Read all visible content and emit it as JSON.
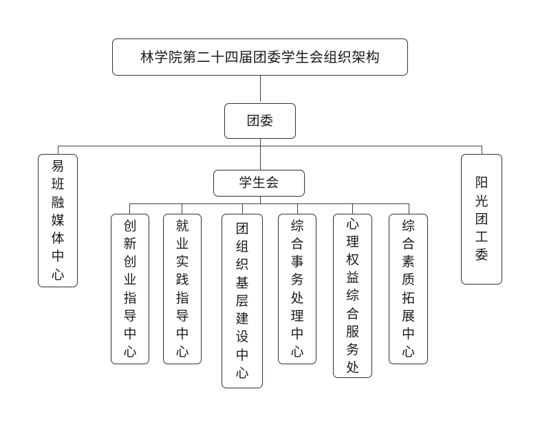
{
  "chart_data": {
    "type": "diagram",
    "title": "林学院第二十四届团委学生会组织架构",
    "orientation": "top-down org chart",
    "nodes": [
      {
        "id": "title",
        "label": "林学院第二十四届团委学生会组织架构",
        "level": 0,
        "text_direction": "horizontal"
      },
      {
        "id": "tw",
        "label": "团委",
        "level": 1,
        "text_direction": "horizontal"
      },
      {
        "id": "yiban",
        "label": "易班融媒体中心",
        "level": 2,
        "text_direction": "vertical"
      },
      {
        "id": "xsh",
        "label": "学生会",
        "level": 2,
        "text_direction": "horizontal"
      },
      {
        "id": "ygtgw",
        "label": "阳光团工委",
        "level": 2,
        "text_direction": "vertical"
      },
      {
        "id": "cxcy",
        "label": "创新创业指导中心",
        "level": 3,
        "text_direction": "vertical"
      },
      {
        "id": "jysj",
        "label": "就业实践指导中心",
        "level": 3,
        "text_direction": "vertical"
      },
      {
        "id": "tzzjc",
        "label": "团组织基层建设中心",
        "level": 3,
        "text_direction": "vertical"
      },
      {
        "id": "zhsw",
        "label": "综合事务处理中心",
        "level": 3,
        "text_direction": "vertical"
      },
      {
        "id": "xlqy",
        "label": "心理权益综合服务处",
        "level": 3,
        "text_direction": "vertical"
      },
      {
        "id": "zhsz",
        "label": "综合素质拓展中心",
        "level": 3,
        "text_direction": "vertical"
      }
    ],
    "edges": [
      {
        "from": "title",
        "to": "tw"
      },
      {
        "from": "tw",
        "to": "yiban"
      },
      {
        "from": "tw",
        "to": "xsh"
      },
      {
        "from": "tw",
        "to": "ygtgw"
      },
      {
        "from": "xsh",
        "to": "cxcy"
      },
      {
        "from": "xsh",
        "to": "jysj"
      },
      {
        "from": "xsh",
        "to": "tzzjc"
      },
      {
        "from": "xsh",
        "to": "zhsw"
      },
      {
        "from": "xsh",
        "to": "xlqy"
      },
      {
        "from": "xsh",
        "to": "zhsz"
      }
    ],
    "colors": {
      "background": "#ffffff",
      "box_border": "#2c3038",
      "box_fill": "#ffffff",
      "connector": "#3a3f47",
      "text": "#1a1a1a"
    }
  },
  "title_box": {
    "label": "林学院第二十四届团委学生会组织架构"
  },
  "level1": {
    "tw": "团委"
  },
  "level2": {
    "yiban": "易班融媒体中心",
    "xsh": "学生会",
    "ygtgw": "阳光团工委"
  },
  "level3": {
    "cxcy": "创新创业指导中心",
    "jysj": "就业实践指导中心",
    "tzzjc": "团组织基层建设中心",
    "zhsw": "综合事务处理中心",
    "xlqy": "心理权益综合服务处",
    "zhsz": "综合素质拓展中心"
  }
}
